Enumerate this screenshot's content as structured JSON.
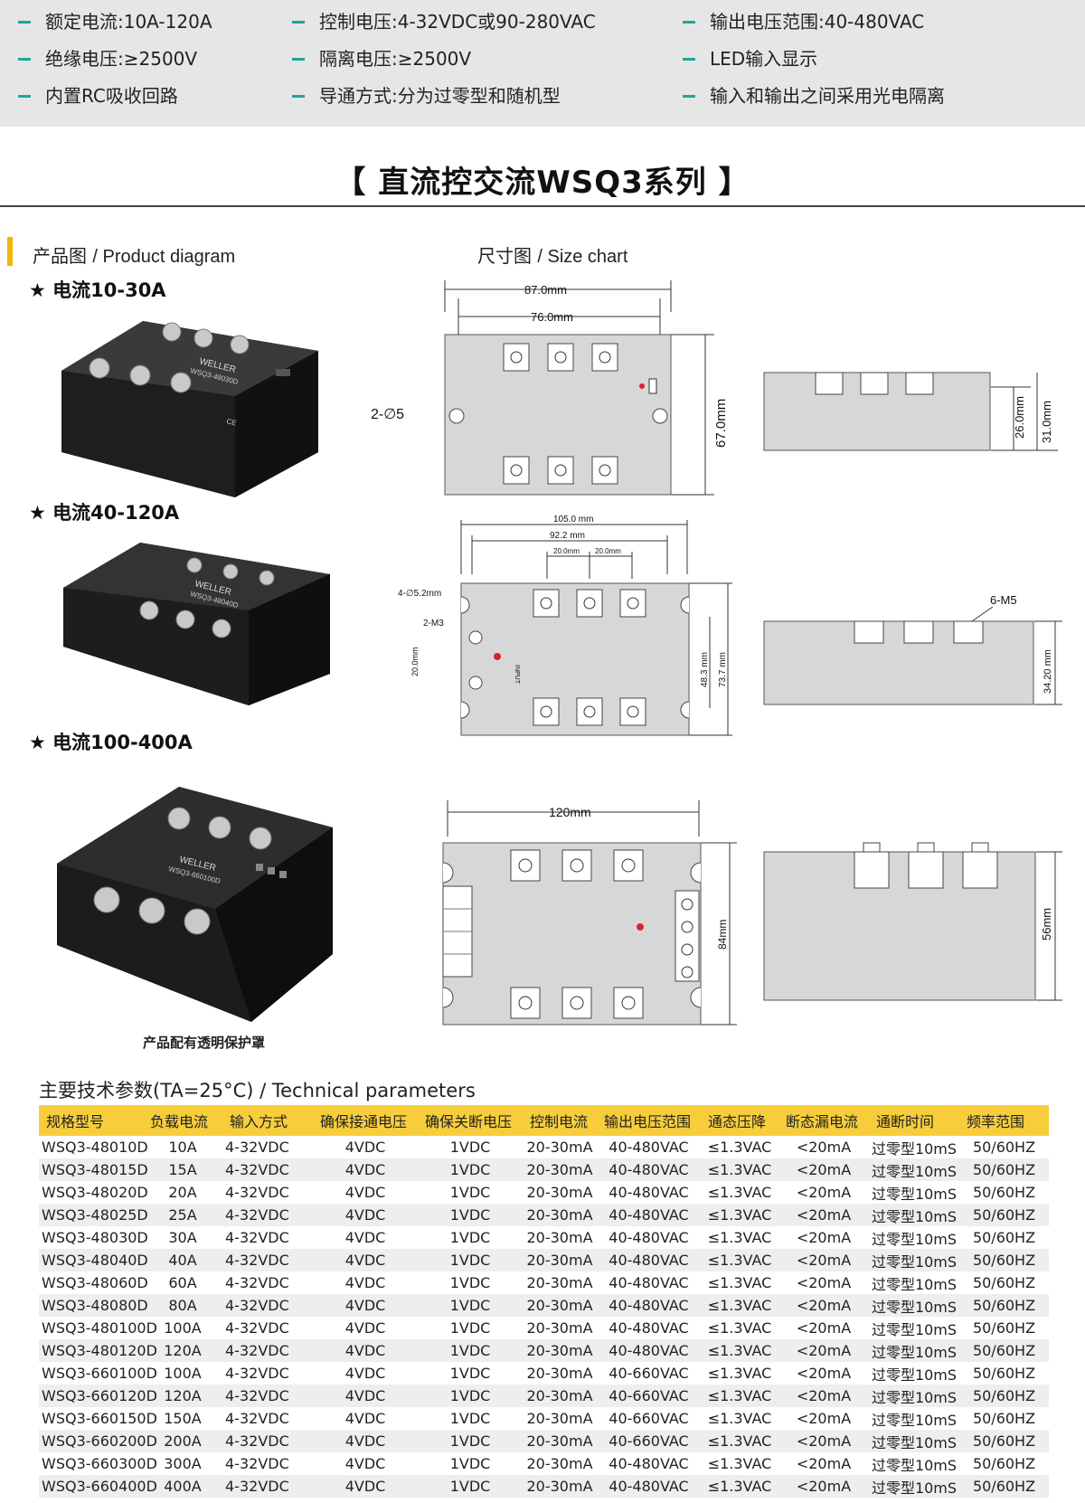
{
  "features": {
    "col1": [
      "额定电流:10A-120A",
      "绝缘电压:≥2500V",
      "内置RC吸收回路"
    ],
    "col2": [
      "控制电压:4-32VDC或90-280VAC",
      "隔离电压:≥2500V",
      "导通方式:分为过零型和随机型"
    ],
    "col3": [
      "输出电压范围:40-480VAC",
      "LED输入显示",
      "输入和输出之间采用光电隔离"
    ]
  },
  "title": "【 直流控交流WSQ3系列 】",
  "product_header": {
    "zh": "产品图",
    "en": "/ Product diagram"
  },
  "size_header": {
    "zh": "尺寸图",
    "en": "/ Size chart"
  },
  "current_labels": [
    "★ 电流10-30A",
    "★ 电流40-120A",
    "★ 电流100-400A"
  ],
  "caption": "产品配有透明保护罩",
  "product_text": {
    "brand": "WELLER",
    "model_1": "WSQ3-48030D",
    "model_2": "WSQ3-48040D",
    "model_3": "WSQ3-660100D",
    "ce": "CE"
  },
  "dimensions": {
    "d1": {
      "w_outer": "87.0mm",
      "w_inner": "76.0mm",
      "height": "67.0mm",
      "hole": "2-∅5",
      "side_h1": "26.0mm",
      "side_h2": "31.0mm"
    },
    "d2": {
      "w_outer": "105.0 mm",
      "w_inner": "92.2 mm",
      "pitch_a": "20.0mm",
      "pitch_b": "20.0mm",
      "hole": "4-∅5.2mm",
      "screw": "2-M3",
      "left_gap": "20.0mm",
      "inner_h": "48.3 mm",
      "outer_h": "73.7 mm",
      "input": "INPUT",
      "terminal": "6-M5",
      "side_h": "34.20 mm"
    },
    "d3": {
      "width": "120mm",
      "height": "84mm",
      "side_h": "56mm"
    }
  },
  "params": {
    "title": "主要技术参数(TA=25°C) / Technical parameters",
    "headers": [
      "规格型号",
      "负载电流",
      "输入方式",
      "确保接通电压",
      "确保关断电压",
      "控制电流",
      "输出电压范围",
      "通态压降",
      "断态漏电流",
      "通断时间",
      "频率范围"
    ],
    "rows": [
      [
        "WSQ3-48010D",
        "10A",
        "4-32VDC",
        "4VDC",
        "1VDC",
        "20-30mA",
        "40-480VAC",
        "≤1.3VAC",
        "<20mA",
        "过零型10mS",
        "50/60HZ"
      ],
      [
        "WSQ3-48015D",
        "15A",
        "4-32VDC",
        "4VDC",
        "1VDC",
        "20-30mA",
        "40-480VAC",
        "≤1.3VAC",
        "<20mA",
        "过零型10mS",
        "50/60HZ"
      ],
      [
        "WSQ3-48020D",
        "20A",
        "4-32VDC",
        "4VDC",
        "1VDC",
        "20-30mA",
        "40-480VAC",
        "≤1.3VAC",
        "<20mA",
        "过零型10mS",
        "50/60HZ"
      ],
      [
        "WSQ3-48025D",
        "25A",
        "4-32VDC",
        "4VDC",
        "1VDC",
        "20-30mA",
        "40-480VAC",
        "≤1.3VAC",
        "<20mA",
        "过零型10mS",
        "50/60HZ"
      ],
      [
        "WSQ3-48030D",
        "30A",
        "4-32VDC",
        "4VDC",
        "1VDC",
        "20-30mA",
        "40-480VAC",
        "≤1.3VAC",
        "<20mA",
        "过零型10mS",
        "50/60HZ"
      ],
      [
        "WSQ3-48040D",
        "40A",
        "4-32VDC",
        "4VDC",
        "1VDC",
        "20-30mA",
        "40-480VAC",
        "≤1.3VAC",
        "<20mA",
        "过零型10mS",
        "50/60HZ"
      ],
      [
        "WSQ3-48060D",
        "60A",
        "4-32VDC",
        "4VDC",
        "1VDC",
        "20-30mA",
        "40-480VAC",
        "≤1.3VAC",
        "<20mA",
        "过零型10mS",
        "50/60HZ"
      ],
      [
        "WSQ3-48080D",
        "80A",
        "4-32VDC",
        "4VDC",
        "1VDC",
        "20-30mA",
        "40-480VAC",
        "≤1.3VAC",
        "<20mA",
        "过零型10mS",
        "50/60HZ"
      ],
      [
        "WSQ3-480100D",
        "100A",
        "4-32VDC",
        "4VDC",
        "1VDC",
        "20-30mA",
        "40-480VAC",
        "≤1.3VAC",
        "<20mA",
        "过零型10mS",
        "50/60HZ"
      ],
      [
        "WSQ3-480120D",
        "120A",
        "4-32VDC",
        "4VDC",
        "1VDC",
        "20-30mA",
        "40-480VAC",
        "≤1.3VAC",
        "<20mA",
        "过零型10mS",
        "50/60HZ"
      ],
      [
        "WSQ3-660100D",
        "100A",
        "4-32VDC",
        "4VDC",
        "1VDC",
        "20-30mA",
        "40-660VAC",
        "≤1.3VAC",
        "<20mA",
        "过零型10mS",
        "50/60HZ"
      ],
      [
        "WSQ3-660120D",
        "120A",
        "4-32VDC",
        "4VDC",
        "1VDC",
        "20-30mA",
        "40-660VAC",
        "≤1.3VAC",
        "<20mA",
        "过零型10mS",
        "50/60HZ"
      ],
      [
        "WSQ3-660150D",
        "150A",
        "4-32VDC",
        "4VDC",
        "1VDC",
        "20-30mA",
        "40-660VAC",
        "≤1.3VAC",
        "<20mA",
        "过零型10mS",
        "50/60HZ"
      ],
      [
        "WSQ3-660200D",
        "200A",
        "4-32VDC",
        "4VDC",
        "1VDC",
        "20-30mA",
        "40-660VAC",
        "≤1.3VAC",
        "<20mA",
        "过零型10mS",
        "50/60HZ"
      ],
      [
        "WSQ3-660300D",
        "300A",
        "4-32VDC",
        "4VDC",
        "1VDC",
        "20-30mA",
        "40-480VAC",
        "≤1.3VAC",
        "<20mA",
        "过零型10mS",
        "50/60HZ"
      ],
      [
        "WSQ3-660400D",
        "400A",
        "4-32VDC",
        "4VDC",
        "1VDC",
        "20-30mA",
        "40-480VAC",
        "≤1.3VAC",
        "<20mA",
        "过零型10mS",
        "50/60HZ"
      ]
    ]
  },
  "colors": {
    "accent_teal": "#1aa79a",
    "header_yellow": "#f7cd3b",
    "bar_yellow": "#f2b705",
    "led_red": "#d9232d",
    "drawing_gray": "#d7d7d7"
  }
}
